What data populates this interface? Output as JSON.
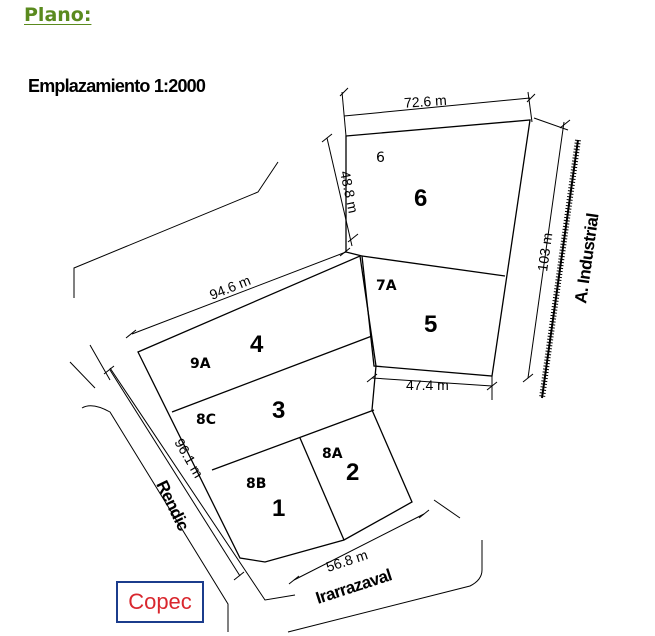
{
  "heading": "Plano:",
  "subtitle": "Emplazamiento 1:2000",
  "dimensions": {
    "top": "72.6 m",
    "top_left": "48.8 m",
    "right": "103 m",
    "upper_left": "94.6 m",
    "middle": "47.4 m",
    "left": "96.1 m",
    "bottom": "56.8 m"
  },
  "lots": {
    "lot_6": "6",
    "lot_6_small": "6",
    "lot_5": "5",
    "lot_7a": "7A",
    "lot_4": "4",
    "lot_9a": "9A",
    "lot_3": "3",
    "lot_8c": "8C",
    "lot_2": "2",
    "lot_8a": "8A",
    "lot_1": "1",
    "lot_8b": "8B"
  },
  "streets": {
    "industrial": "A. Industrial",
    "rendic": "Rendic",
    "irarrazaval": "Irarrazaval"
  },
  "copec": "Copec",
  "colors": {
    "heading": "#5a8a1e",
    "copec_text": "#d9272e",
    "copec_border": "#1b3c8c"
  }
}
